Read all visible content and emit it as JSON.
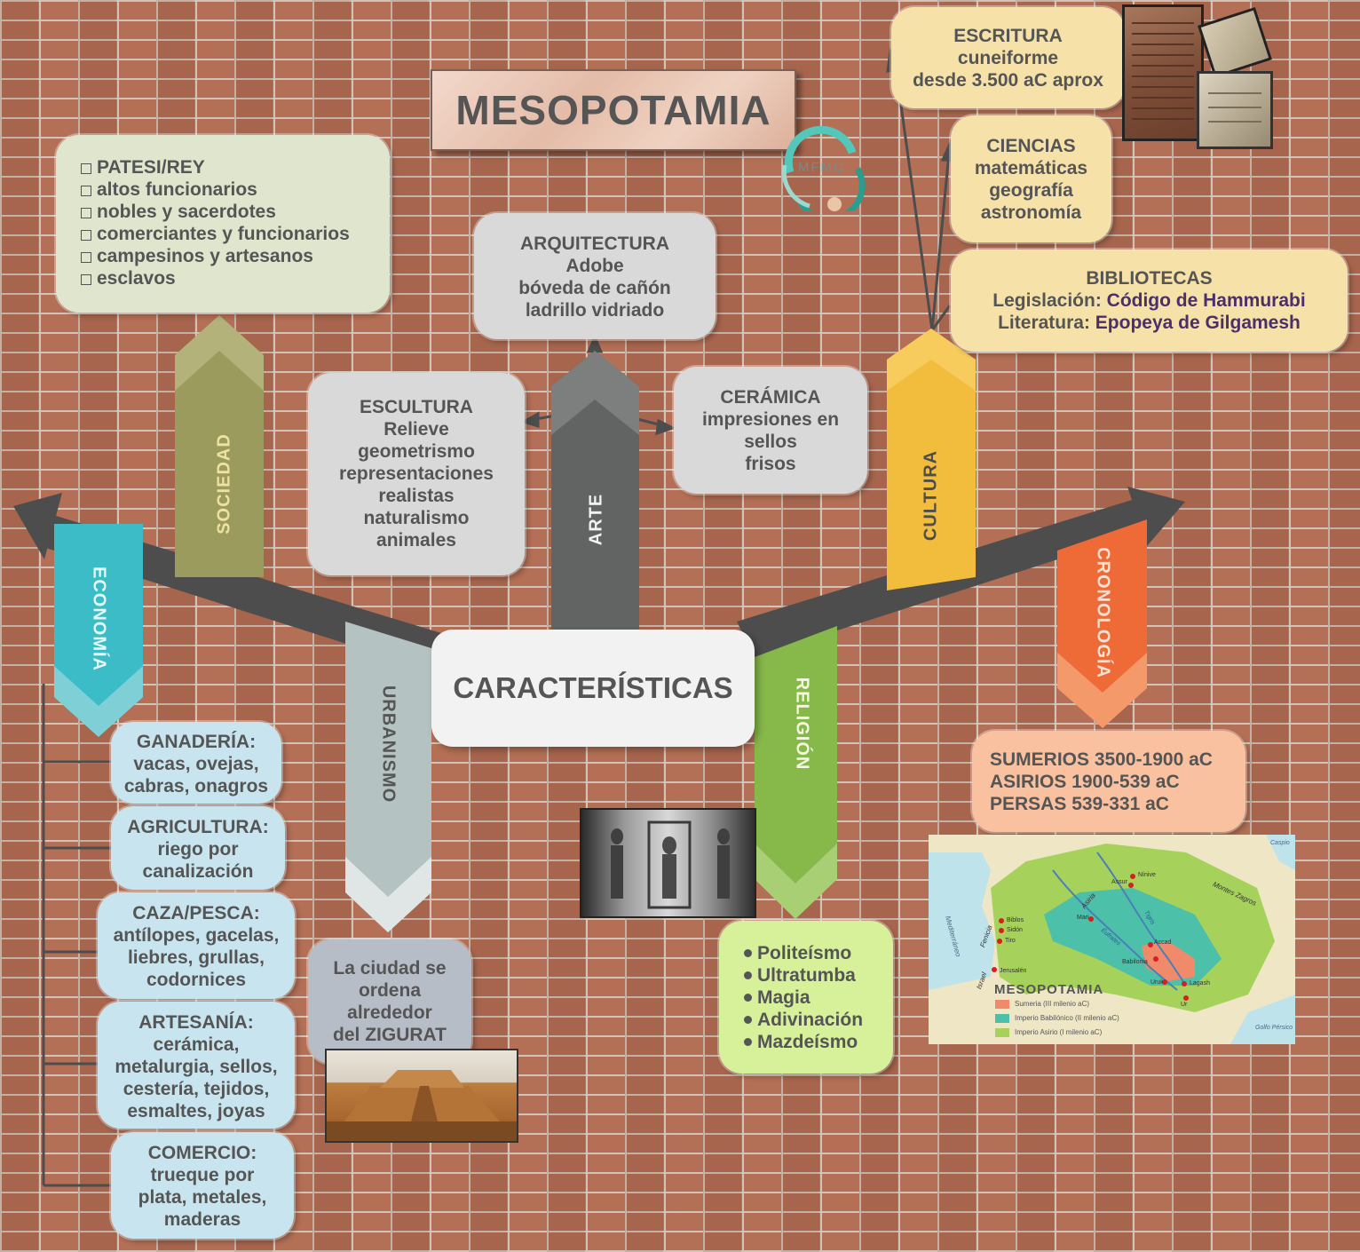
{
  "title": "MESOPOTAMIA",
  "logo_text": "MFMC",
  "center": "CARACTERÍSTICAS",
  "branches": {
    "sociedad": "SOCIEDAD",
    "arte": "ARTE",
    "cultura": "CULTURA",
    "economia": "ECONOMÍA",
    "urbanismo": "URBANISMO",
    "religion": "RELIGIÓN",
    "cronologia": "CRONOLOGÍA"
  },
  "sociedad_box": [
    "PATESI/REY",
    "altos funcionarios",
    "nobles y sacerdotes",
    "comerciantes y funcionarios",
    "campesinos y artesanos",
    "esclavos"
  ],
  "arquitectura": [
    "ARQUITECTURA",
    "Adobe",
    "bóveda de cañón",
    "ladrillo vidriado"
  ],
  "escultura": [
    "ESCULTURA",
    "Relieve",
    "geometrismo",
    "representaciones",
    "realistas",
    "naturalismo",
    "animales"
  ],
  "ceramica": [
    "CERÁMICA",
    "impresiones en",
    "sellos",
    "frisos"
  ],
  "escritura": [
    "ESCRITURA",
    "cuneiforme",
    "desde 3.500 aC aprox"
  ],
  "ciencias": [
    "CIENCIAS",
    "matemáticas",
    "geografía",
    "astronomía"
  ],
  "bibliotecas": {
    "title": "BIBLIOTECAS",
    "leg_label": "Legislación: ",
    "leg_value": "Código de Hammurabi",
    "lit_label": "Literatura: ",
    "lit_value": "Epopeya de Gilgamesh"
  },
  "economia_boxes": [
    [
      "GANADERÍA:",
      "vacas, ovejas,",
      "cabras, onagros"
    ],
    [
      "AGRICULTURA:",
      "riego por",
      "canalización"
    ],
    [
      "CAZA/PESCA:",
      "antílopes, gacelas,",
      "liebres, grullas,",
      "codornices"
    ],
    [
      "ARTESANÍA:",
      "cerámica,",
      "metalurgia, sellos,",
      "cestería, tejidos,",
      "esmaltes, joyas"
    ],
    [
      "COMERCIO:",
      "trueque por",
      "plata, metales,",
      "maderas"
    ]
  ],
  "urbanismo_box": [
    "La ciudad se",
    "ordena",
    "alrededor",
    "del ZIGURAT"
  ],
  "religion_box": [
    "Politeísmo",
    "Ultratumba",
    "Magia",
    "Adivinación",
    "Mazdeísmo"
  ],
  "cronologia_box": [
    "SUMERIOS 3500-1900 aC",
    "ASIRIOS 1900-539 aC",
    "PERSAS 539-331 aC"
  ],
  "map": {
    "title": "MESOPOTAMIA",
    "legend": [
      "Sumeria (III milenio aC)",
      "Imperio Babilónico (II milenio aC)",
      "Imperio Asirio (I milenio aC)"
    ],
    "legend_colors": [
      "#f08a6a",
      "#4cc0a8",
      "#a6d15a"
    ],
    "places": [
      "Nínive",
      "Assur",
      "Mari",
      "Biblos",
      "Sidón",
      "Tiro",
      "Jerusalén",
      "Accad",
      "Babilonia",
      "Uruk",
      "Lagash",
      "Ur"
    ],
    "regions": [
      "Mediterráneo",
      "Fenicia",
      "Israel",
      "Asiria",
      "Montes Zagros",
      "Tigris",
      "Éufrates",
      "Golfo Pérsico",
      "Caspio"
    ]
  },
  "colors": {
    "sociedad": "#9a9b5c",
    "arte": "#616463",
    "cultura": "#f2bd3d",
    "economia": "#3bbcc6",
    "urbanismo": "#b4c2c2",
    "religion": "#86b84a",
    "cronologia": "#ee6a36"
  }
}
